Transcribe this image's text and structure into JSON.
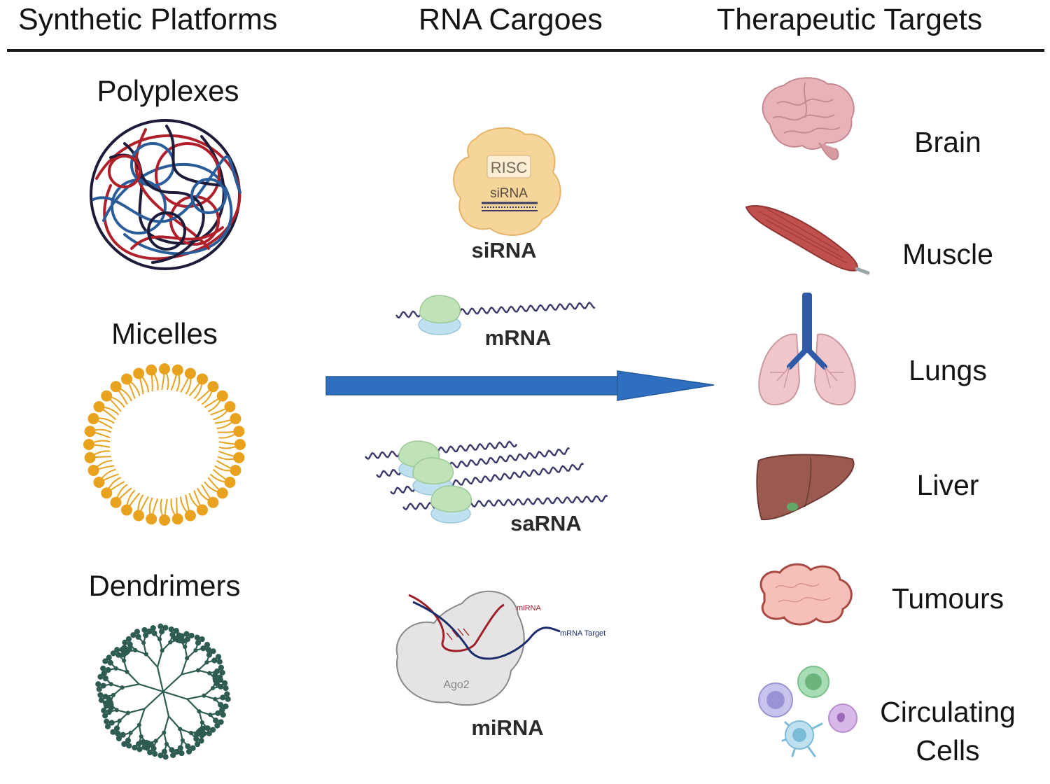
{
  "header": {
    "platforms": "Synthetic  Platforms",
    "cargoes": "RNA Cargoes",
    "targets": "Therapeutic Targets"
  },
  "platforms": {
    "polyplexes": "Polyplexes",
    "micelles": "Micelles",
    "dendrimers": "Dendrimers"
  },
  "cargoes": {
    "sirna": "siRNA",
    "sirna_risc": "RISC",
    "sirna_inner": "siRNA",
    "mrna": "mRNA",
    "sarna": "saRNA",
    "mirna": "miRNA",
    "mirna_inner": "miRNA",
    "mirna_target": "mRNA Target",
    "ago2": "Ago2"
  },
  "targets": {
    "brain": "Brain",
    "muscle": "Muscle",
    "lungs": "Lungs",
    "liver": "Liver",
    "tumours": "Tumours",
    "circulating_line1": "Circulating",
    "circulating_line2": "Cells"
  },
  "colors": {
    "arrow": "#2f6fbf",
    "polyplex_red": "#b0202a",
    "polyplex_blue": "#2a5c9a",
    "micelle": "#e8a21e",
    "dendrimer": "#2e5c52"
  }
}
